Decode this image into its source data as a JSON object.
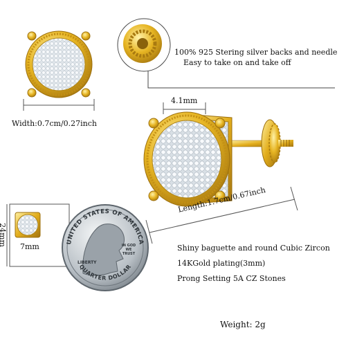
{
  "photo": {
    "semantic": "gold-cz-stud-earring-product-photo",
    "accent_gold": "#e6b422",
    "stone_color": "#e9eef2",
    "line_color": "#555555"
  },
  "labels": {
    "backs": "100% 925 Stering silver backs and needle",
    "easy": "Easy to take on and take off",
    "width": "Width:0.7cm/0.27inch",
    "depth": "4.1mm",
    "length": "Length:1.7cm/0.67inch",
    "height_mm": "24mm",
    "size_mm": "7mm",
    "stones": "Shiny baguette and round Cubic Zircon",
    "plating": "14KGold plating(3mm)",
    "setting": "Prong Setting 5A CZ Stones",
    "weight": "Weight: 2g"
  },
  "coin": {
    "top_text": "UNITED STATES OF AMERICA",
    "liberty": "LIBERTY",
    "motto": "IN GOD WE TRUST",
    "bottom_text": "QUARTER DOLLAR"
  }
}
